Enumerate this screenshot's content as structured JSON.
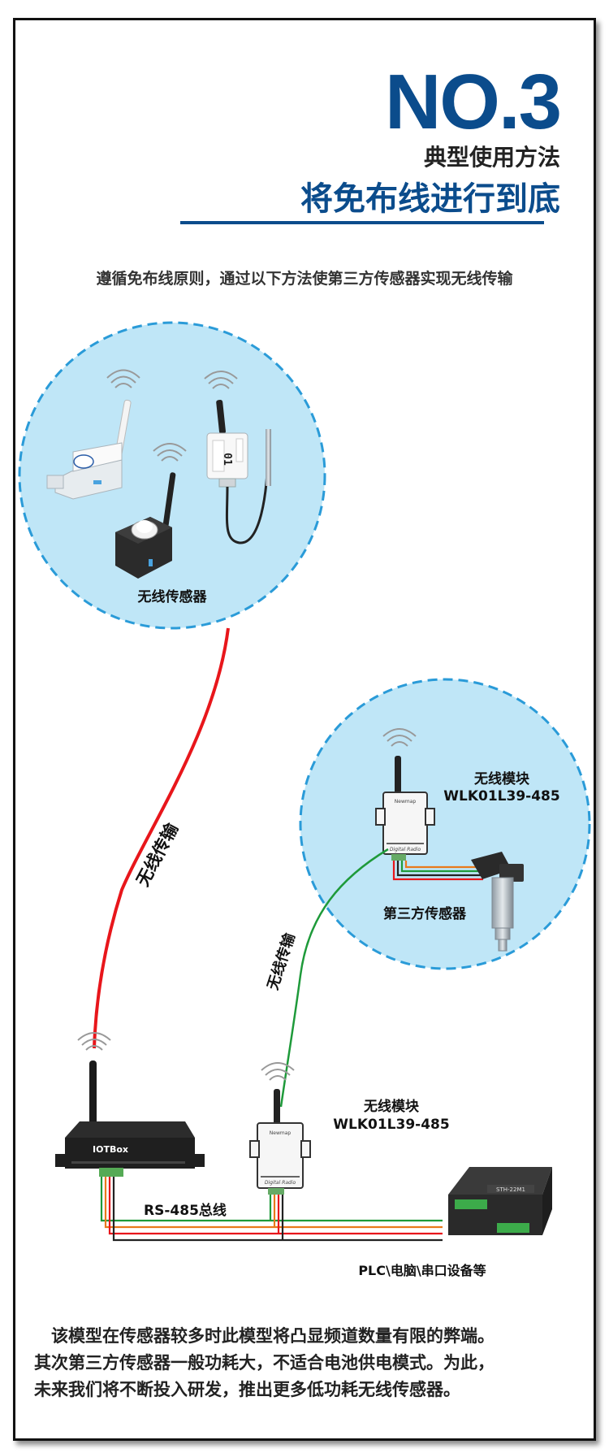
{
  "header": {
    "number": "NO.3",
    "subtitle": "典型使用方法",
    "title": "将免布线进行到底"
  },
  "intro": "遵循免布线原则，通过以下方法使第三方传感器实现无线传输",
  "diagram": {
    "wireless_sensors_label": "无线传感器",
    "wireless_transfer_label_1": "无线传输",
    "wireless_transfer_label_2": "无线传输",
    "module_top_label": "无线模块",
    "module_top_model": "WLK01L39-485",
    "third_party_label": "第三方传感器",
    "module_bottom_label": "无线模块",
    "module_bottom_model": "WLK01L39-485",
    "bus_label": "RS-485总线",
    "plc_label": "PLC\\电脑\\串口设备等",
    "gateway_brand": "IOTBox",
    "sensor_tag": "01",
    "module_brand": "Newmap",
    "module_footer": "Digital Radio",
    "plc_brand": "STH-22M1"
  },
  "footer": {
    "line1": "　该模型在传感器较多时此模型将凸显频道数量有限的弊端。",
    "line2": "其次第三方传感器一般功耗大，不适合电池供电模式。为此，",
    "line3": "未来我们将不断投入研发，推出更多低功耗无线传感器。"
  },
  "colors": {
    "brand_blue": "#0b4c8c",
    "circle_fill": "#bfe6f7",
    "circle_border": "#2a9bd8",
    "wireless_link_red": "#e8161b",
    "wireless_link_green": "#1e9a3a"
  }
}
